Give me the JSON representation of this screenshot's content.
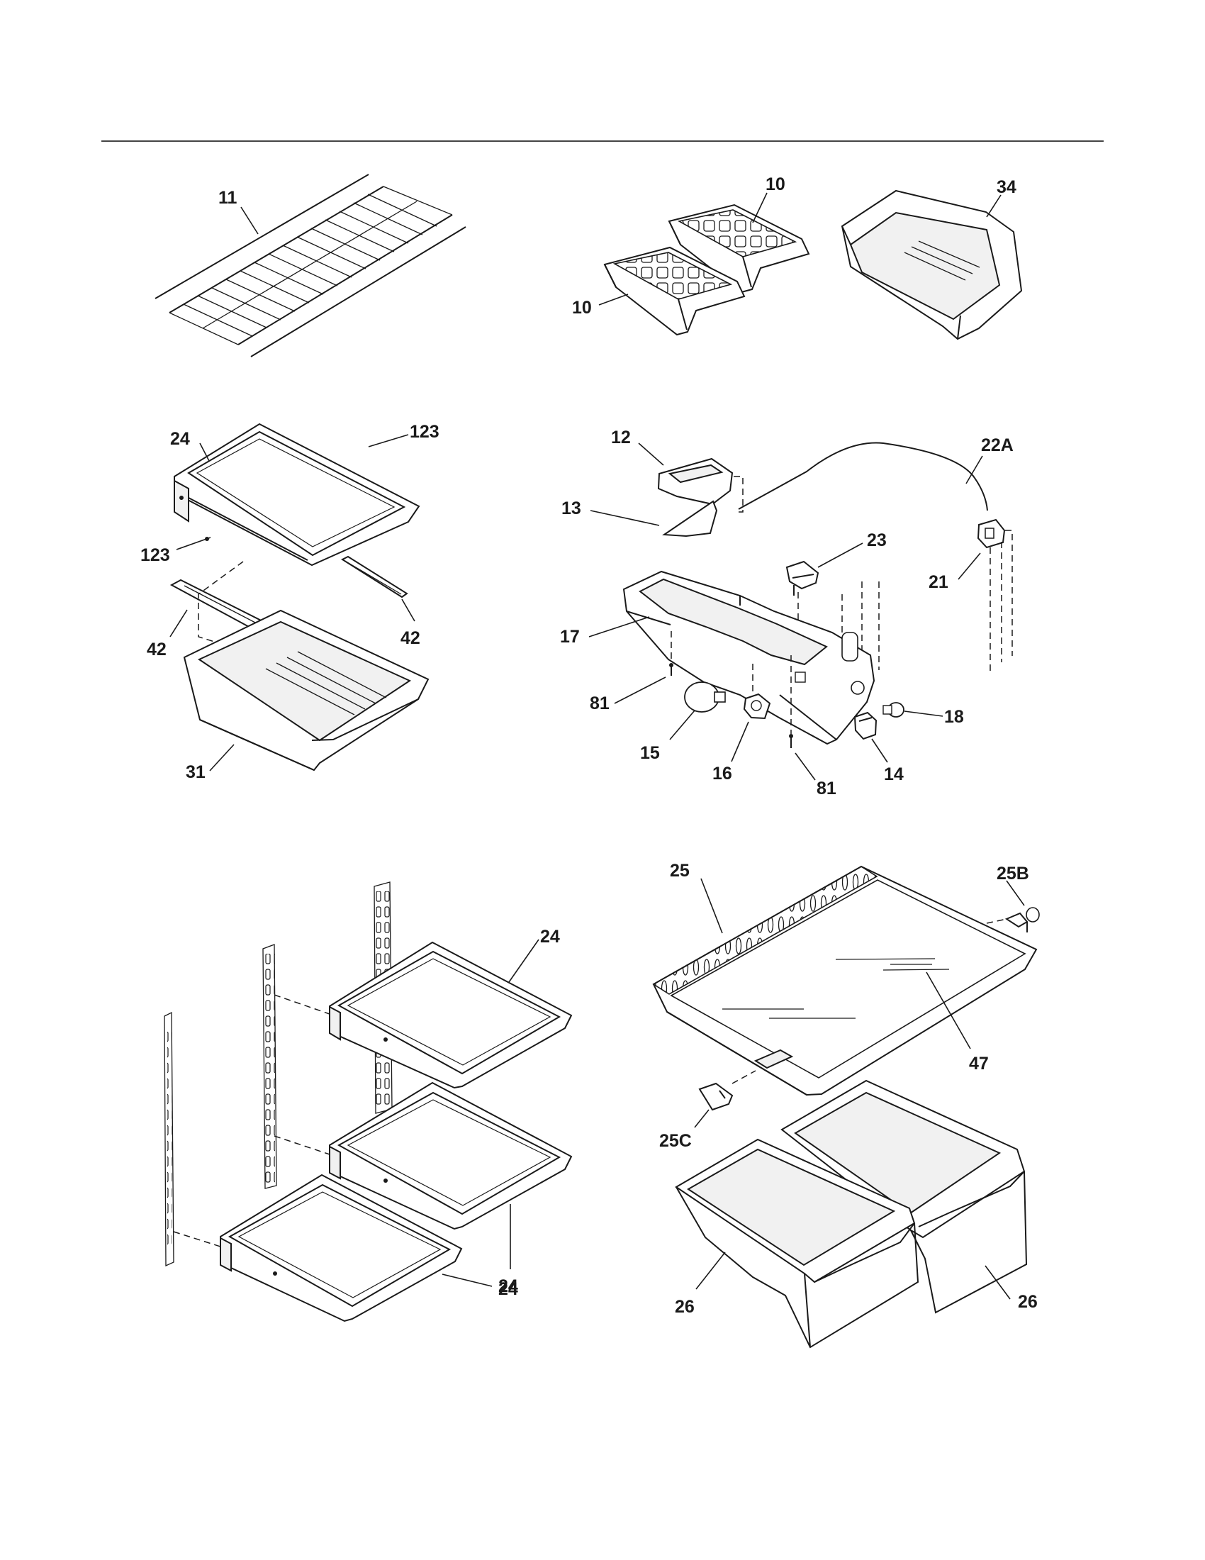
{
  "diagram": {
    "labels": {
      "wire_shelf": "11",
      "ice_tray_upper": "10",
      "ice_tray_lower": "10",
      "freezer_bin": "34",
      "shelf_upper_left": "24",
      "screw_upper": "123",
      "screw_lower": "123",
      "rail_right": "42",
      "rail_left": "42",
      "crisper_pan_upper": "31",
      "control_cover": "12",
      "air_diffuser": "13",
      "light_housing": "17",
      "screw_81_left": "81",
      "light_bulb": "15",
      "light_socket": "16",
      "screw_81_bottom": "81",
      "switch_light": "14",
      "knob": "18",
      "thermostat": "23",
      "damper_control": "21",
      "capillary": "22A",
      "shelf_stack_top": "24",
      "shelf_stack_mid": "24",
      "shelf_stack_bottom": "24",
      "crisper_cover_frame": "25",
      "cover_support_right": "25B",
      "cover_support_left": "25C",
      "crisper_glass": "47",
      "crisper_drawer_left": "26",
      "crisper_drawer_right": "26"
    }
  }
}
